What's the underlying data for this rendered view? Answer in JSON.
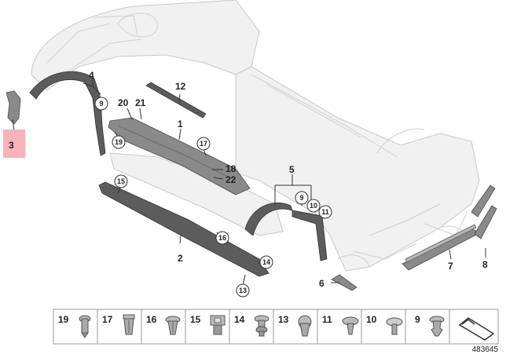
{
  "diagram": {
    "drawing_number": "483645",
    "highlighted_callout": "3",
    "callouts": [
      "1",
      "2",
      "3",
      "4",
      "5",
      "6",
      "7",
      "8",
      "12",
      "18",
      "20",
      "21",
      "22"
    ],
    "circled_callouts": {
      "c9a": "9",
      "c19": "19",
      "c17": "17",
      "c15": "15",
      "c16": "16",
      "c14": "14",
      "c13": "13",
      "c9b": "9",
      "c10": "10",
      "c11": "11"
    },
    "legend": [
      {
        "num": "19",
        "icon": "push-clip-icon"
      },
      {
        "num": "17",
        "icon": "expanding-clip-icon"
      },
      {
        "num": "16",
        "icon": "expanding-rivet-icon"
      },
      {
        "num": "15",
        "icon": "square-clip-icon"
      },
      {
        "num": "14",
        "icon": "plug-clip-icon"
      },
      {
        "num": "13",
        "icon": "round-clip-icon"
      },
      {
        "num": "11",
        "icon": "mushroom-clip-icon"
      },
      {
        "num": "10",
        "icon": "flat-head-rivet-icon"
      },
      {
        "num": "9",
        "icon": "barbed-clip-icon"
      },
      {
        "num": "",
        "icon": "orientation-arrow-icon"
      }
    ]
  }
}
